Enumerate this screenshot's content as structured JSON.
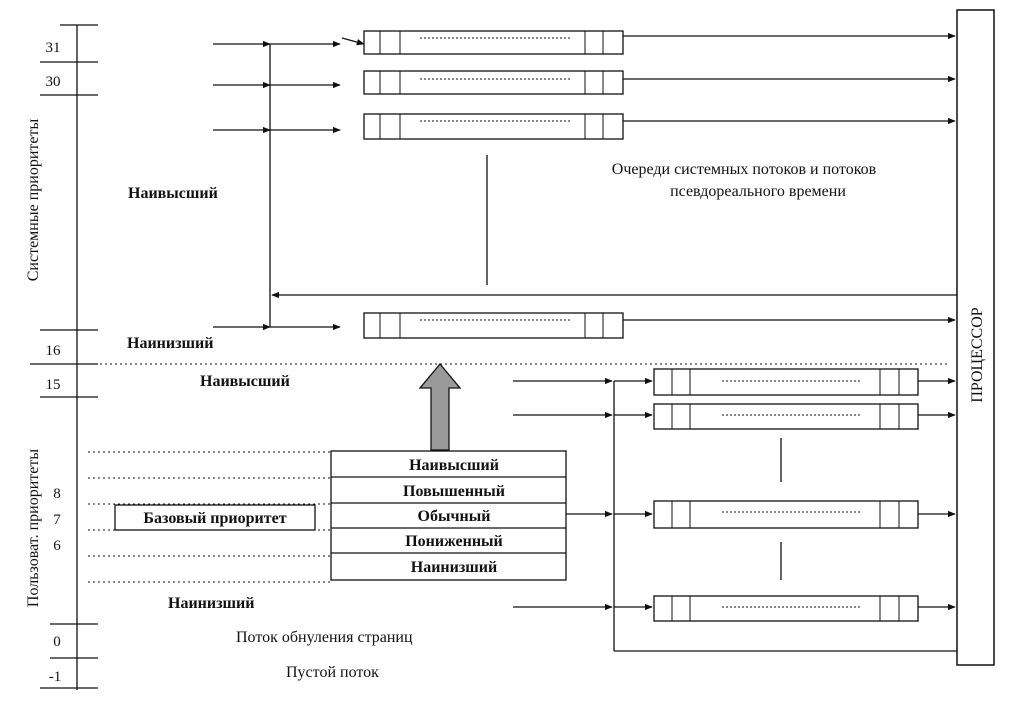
{
  "axis": {
    "system_label": "Системные приоритеты",
    "user_label": "Пользоват. приоритеты",
    "ticks": {
      "p31": "31",
      "p30": "30",
      "p16": "16",
      "p15": "15",
      "p8": "8",
      "p7": "7",
      "p6": "6",
      "p0": "0",
      "pm1": "-1"
    }
  },
  "labels": {
    "sys_highest": "Наивысший",
    "sys_lowest": "Наинизший",
    "user_highest": "Наивысший",
    "user_lowest": "Наинизший",
    "zero_page_thread": "Поток обнуления страниц",
    "idle_thread": "Пустой поток",
    "base_priority": "Базовый приоритет",
    "system_queues_line1": "Очереди системных потоков и потоков",
    "system_queues_line2": "псевдореального времени",
    "processor": "ПРОЦЕССОР"
  },
  "relative_priorities": [
    "Наивысший",
    "Повышенный",
    "Обычный",
    "Пониженный",
    "Наинизший"
  ]
}
